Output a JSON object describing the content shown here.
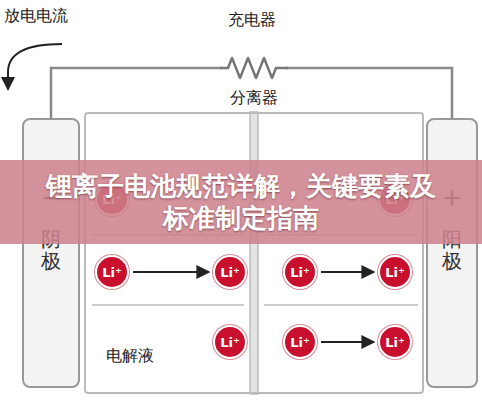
{
  "diagram": {
    "nodes": [
      {
        "text": [
          "−",
          "阴极"
        ]
      },
      {
        "text": [
          "+",
          "阳极"
        ]
      },
      {
        "text": [
          "电解液"
        ]
      },
      {
        "text": [
          "Li⁺"
        ],
        "in": 2
      },
      {
        "text": [
          "Li⁺"
        ],
        "in": 2
      },
      {
        "text": [
          "Li⁺"
        ],
        "in": 2
      },
      {
        "text": [
          "Li⁺"
        ],
        "in": 2
      },
      {
        "text": [
          "Li⁺"
        ],
        "in": 2
      },
      {
        "text": [
          "Li⁺"
        ],
        "in": 2
      },
      {
        "text": [
          "Li⁺"
        ],
        "in": 2
      },
      {
        "text": [
          "Li⁺"
        ],
        "in": 2
      },
      {
        "text": [
          "Li⁺"
        ],
        "in": 2
      },
      {
        "text": [
          "锂离子电池规范详解，关键要素及标准制定指南"
        ]
      }
    ],
    "edges": [
      {
        "from": 0,
        "to": 1,
        "label": "充电器",
        "arrow": "none"
      },
      {
        "from": 5,
        "to": 6,
        "arrow": "to"
      },
      {
        "from": 7,
        "to": 8,
        "arrow": "to"
      },
      {
        "from": 10,
        "to": 11,
        "arrow": "to"
      }
    ],
    "labels": [
      "放电电流",
      "分离器"
    ]
  }
}
